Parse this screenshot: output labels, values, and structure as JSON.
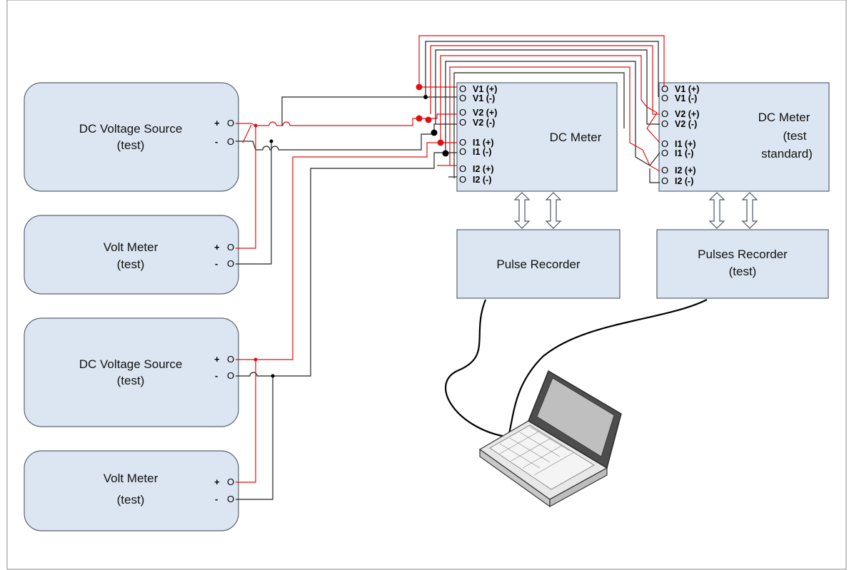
{
  "sources": [
    {
      "line1": "DC Voltage Source",
      "line2": "(test)"
    },
    {
      "line1": "DC Voltage Source",
      "line2": "(test)"
    }
  ],
  "voltmeters": [
    {
      "line1": "Volt Meter",
      "line2": "(test)"
    },
    {
      "line1": "Volt Meter",
      "line2": "(test)"
    }
  ],
  "terminals": {
    "plus": "+",
    "minus": "-",
    "symbol": "O"
  },
  "meter_ports": [
    "V1 (+)",
    "V1 (-)",
    "V2 (+)",
    "V2 (-)",
    "I1 (+)",
    "I1 (-)",
    "I2 (+)",
    "I2 (-)"
  ],
  "meter_test": {
    "label": "DC Meter"
  },
  "meter_standard": {
    "line1": "DC Meter",
    "line2": "(test",
    "line3": "standard)"
  },
  "recorder": {
    "label": "Pulse Recorder"
  },
  "recorder_test": {
    "line1": "Pulses Recorder",
    "line2": "(test)"
  },
  "colors": {
    "wire_red": "#e01010",
    "wire_black": "#222222",
    "box_fill": "#dce6f2"
  },
  "icons": [
    "laptop-icon",
    "double-arrow-icon"
  ]
}
